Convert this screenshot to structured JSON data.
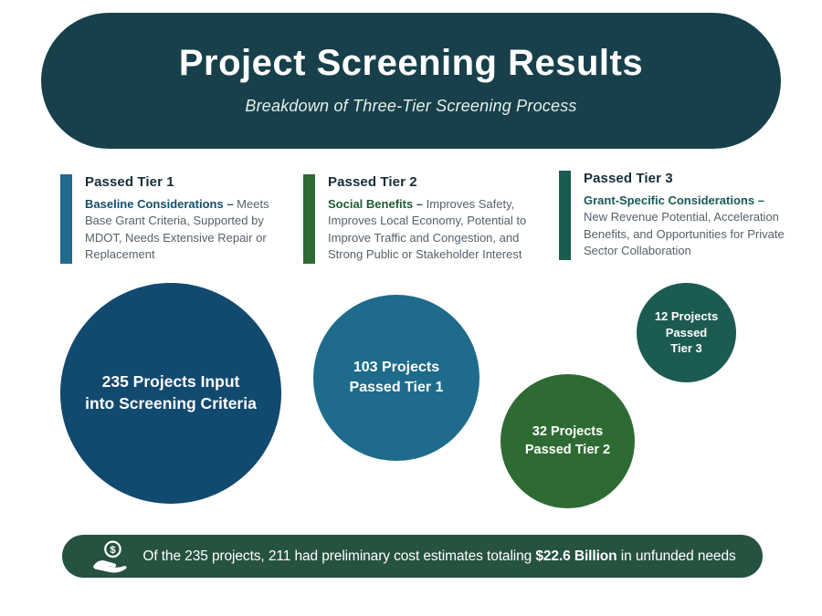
{
  "header": {
    "title": "Project Screening Results",
    "subtitle": "Breakdown of Three-Tier Screening Process"
  },
  "tiers": [
    {
      "heading": "Passed Tier 1",
      "lead": "Baseline Considerations – ",
      "body": "Meets Base Grant Criteria, Supported by MDOT, Needs Extensive Repair or Replacement",
      "accent_color": "#1E6B8C"
    },
    {
      "heading": "Passed Tier 2",
      "lead": "Social Benefits – ",
      "body": "Improves Safety, Improves Local Economy,  Potential to Improve Traffic and Congestion, and Strong Public or Stakeholder Interest",
      "accent_color": "#2E6B33"
    },
    {
      "heading": "Passed Tier 3",
      "lead": "Grant-Specific Considerations – ",
      "body": "New Revenue Potential, Acceleration Benefits, and Opportunities for Private Sector  Collaboration",
      "accent_color": "#1C5B51"
    }
  ],
  "circles": [
    {
      "lines": [
        "235 Projects Input",
        "into Screening Criteria"
      ],
      "color": "#12496F"
    },
    {
      "lines": [
        "103 Projects",
        "Passed Tier 1"
      ],
      "color": "#1E6B8C"
    },
    {
      "lines": [
        "32 Projects",
        "Passed Tier 2"
      ],
      "color": "#2E6B33"
    },
    {
      "lines": [
        "12 Projects",
        "Passed",
        "Tier 3"
      ],
      "color": "#1C5B51"
    }
  ],
  "footer": {
    "icon": "hand-holding-dollar-icon",
    "text_prefix": "Of the 235 projects, 211 had preliminary cost estimates totaling ",
    "text_bold": "$22.6 Billion",
    "text_suffix": " in unfunded needs",
    "background": "#265240"
  },
  "palette": {
    "header_bg": "#17404B",
    "footer_bg": "#265240",
    "tier1_accent": "#1E6B8C",
    "tier2_accent": "#2E6B33",
    "tier3_accent": "#1C5B51",
    "circle1_fill": "#12496F",
    "heading_text": "#152E38",
    "body_text": "#55616B",
    "subtitle_text": "#E7EFE9"
  }
}
